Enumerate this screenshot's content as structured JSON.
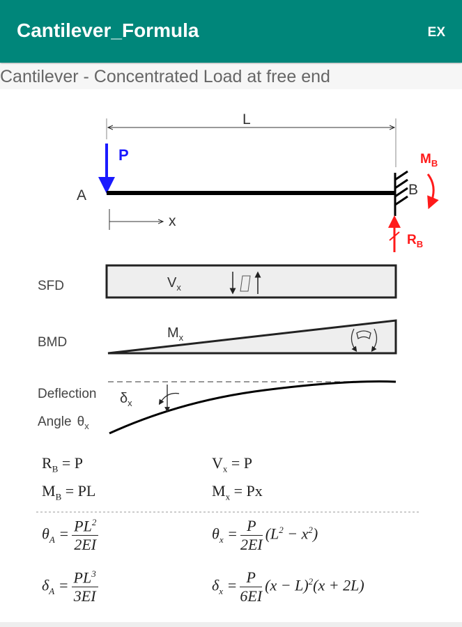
{
  "appbar": {
    "title": "Cantilever_Formula",
    "action": "EX"
  },
  "subtitle": "Cantilever - Concentrated Load at free end",
  "diagram": {
    "length_label": "L",
    "load_label": "P",
    "point_a": "A",
    "point_b": "B",
    "x_label": "x",
    "moment_b": "M",
    "moment_b_sub": "B",
    "reaction_b": "R",
    "reaction_b_sub": "B",
    "sfd_label": "SFD",
    "bmd_label": "BMD",
    "shear": "V",
    "shear_sub": "x",
    "moment": "M",
    "moment_sub": "x",
    "deflection_label": "Deflection",
    "deflection_sym": "δ",
    "deflection_sub": "x",
    "angle_label": "Angle",
    "angle_sym": "θ",
    "angle_sub": "x",
    "colors": {
      "load": "#1a1aff",
      "reaction": "#ff1a1a",
      "appbar": "#00867a"
    }
  },
  "formulas": {
    "rb": {
      "lhs": "R",
      "sub": "B",
      "rhs": "= P"
    },
    "mb": {
      "lhs": "M",
      "sub": "B",
      "rhs": "= PL"
    },
    "vx": {
      "lhs": "V",
      "sub": "x",
      "rhs": "= P"
    },
    "mx": {
      "lhs": "M",
      "sub": "x",
      "rhs": "= Px"
    },
    "theta_a": {
      "lhs": "θ",
      "sub": "A",
      "eq": "=",
      "num": "PL",
      "num_sup": "2",
      "den": "2EI"
    },
    "delta_a": {
      "lhs": "δ",
      "sub": "A",
      "eq": "=",
      "num": "PL",
      "num_sup": "3",
      "den": "3EI"
    },
    "theta_x": {
      "lhs": "θ",
      "sub": "x",
      "eq": "=",
      "num": "P",
      "den": "2EI",
      "tail1": "(L",
      "sup1": "2",
      "tail2": " −  x",
      "sup2": "2",
      "tail3": ")"
    },
    "delta_x": {
      "lhs": "δ",
      "sub": "x",
      "eq": "=",
      "num": "P",
      "den": "6EI",
      "tail1": "(x − L)",
      "sup1": "2",
      "tail2": "(x + 2L)"
    }
  }
}
